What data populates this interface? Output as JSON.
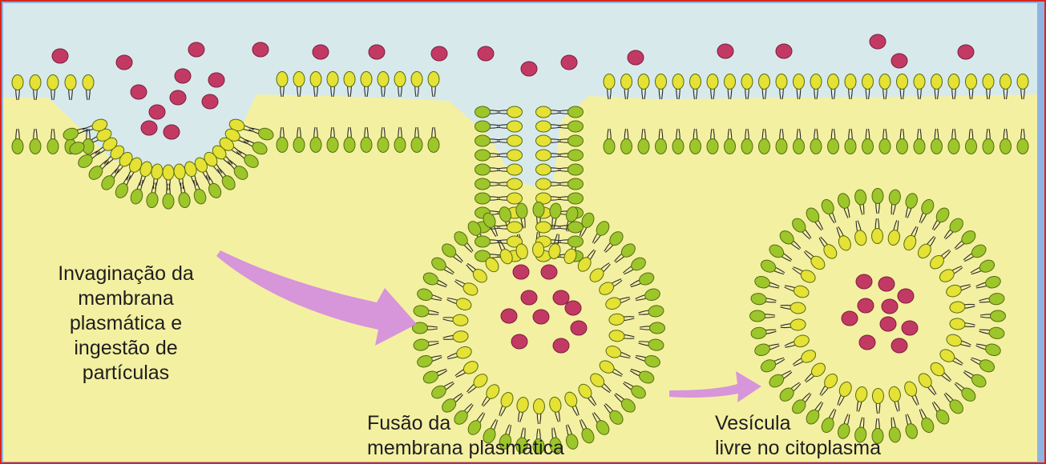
{
  "labels": {
    "invagination": {
      "lines": [
        "Invaginação da",
        "membrana",
        "plasmática e",
        "ingestão de",
        "partículas"
      ]
    },
    "fusion": {
      "lines": [
        "Fusão da",
        "membrana plasmática"
      ]
    },
    "vesicle": {
      "lines": [
        "Vesícula",
        "livre no citoplasma"
      ]
    }
  },
  "colors": {
    "extracellular": "#d8e9ec",
    "cytoplasm": "#f4f0a2",
    "outer_head": "#e5e135",
    "inner_head": "#9cc62a",
    "particle": "#c23a64",
    "tail": "#2a2a2a",
    "arrow": "#d48be0",
    "frame_border": "#d8261c",
    "background": "#8fb4e3"
  },
  "icons": {
    "phospholipid": "phospholipid-icon",
    "particle": "particle-icon",
    "arrow": "arrow-icon"
  }
}
